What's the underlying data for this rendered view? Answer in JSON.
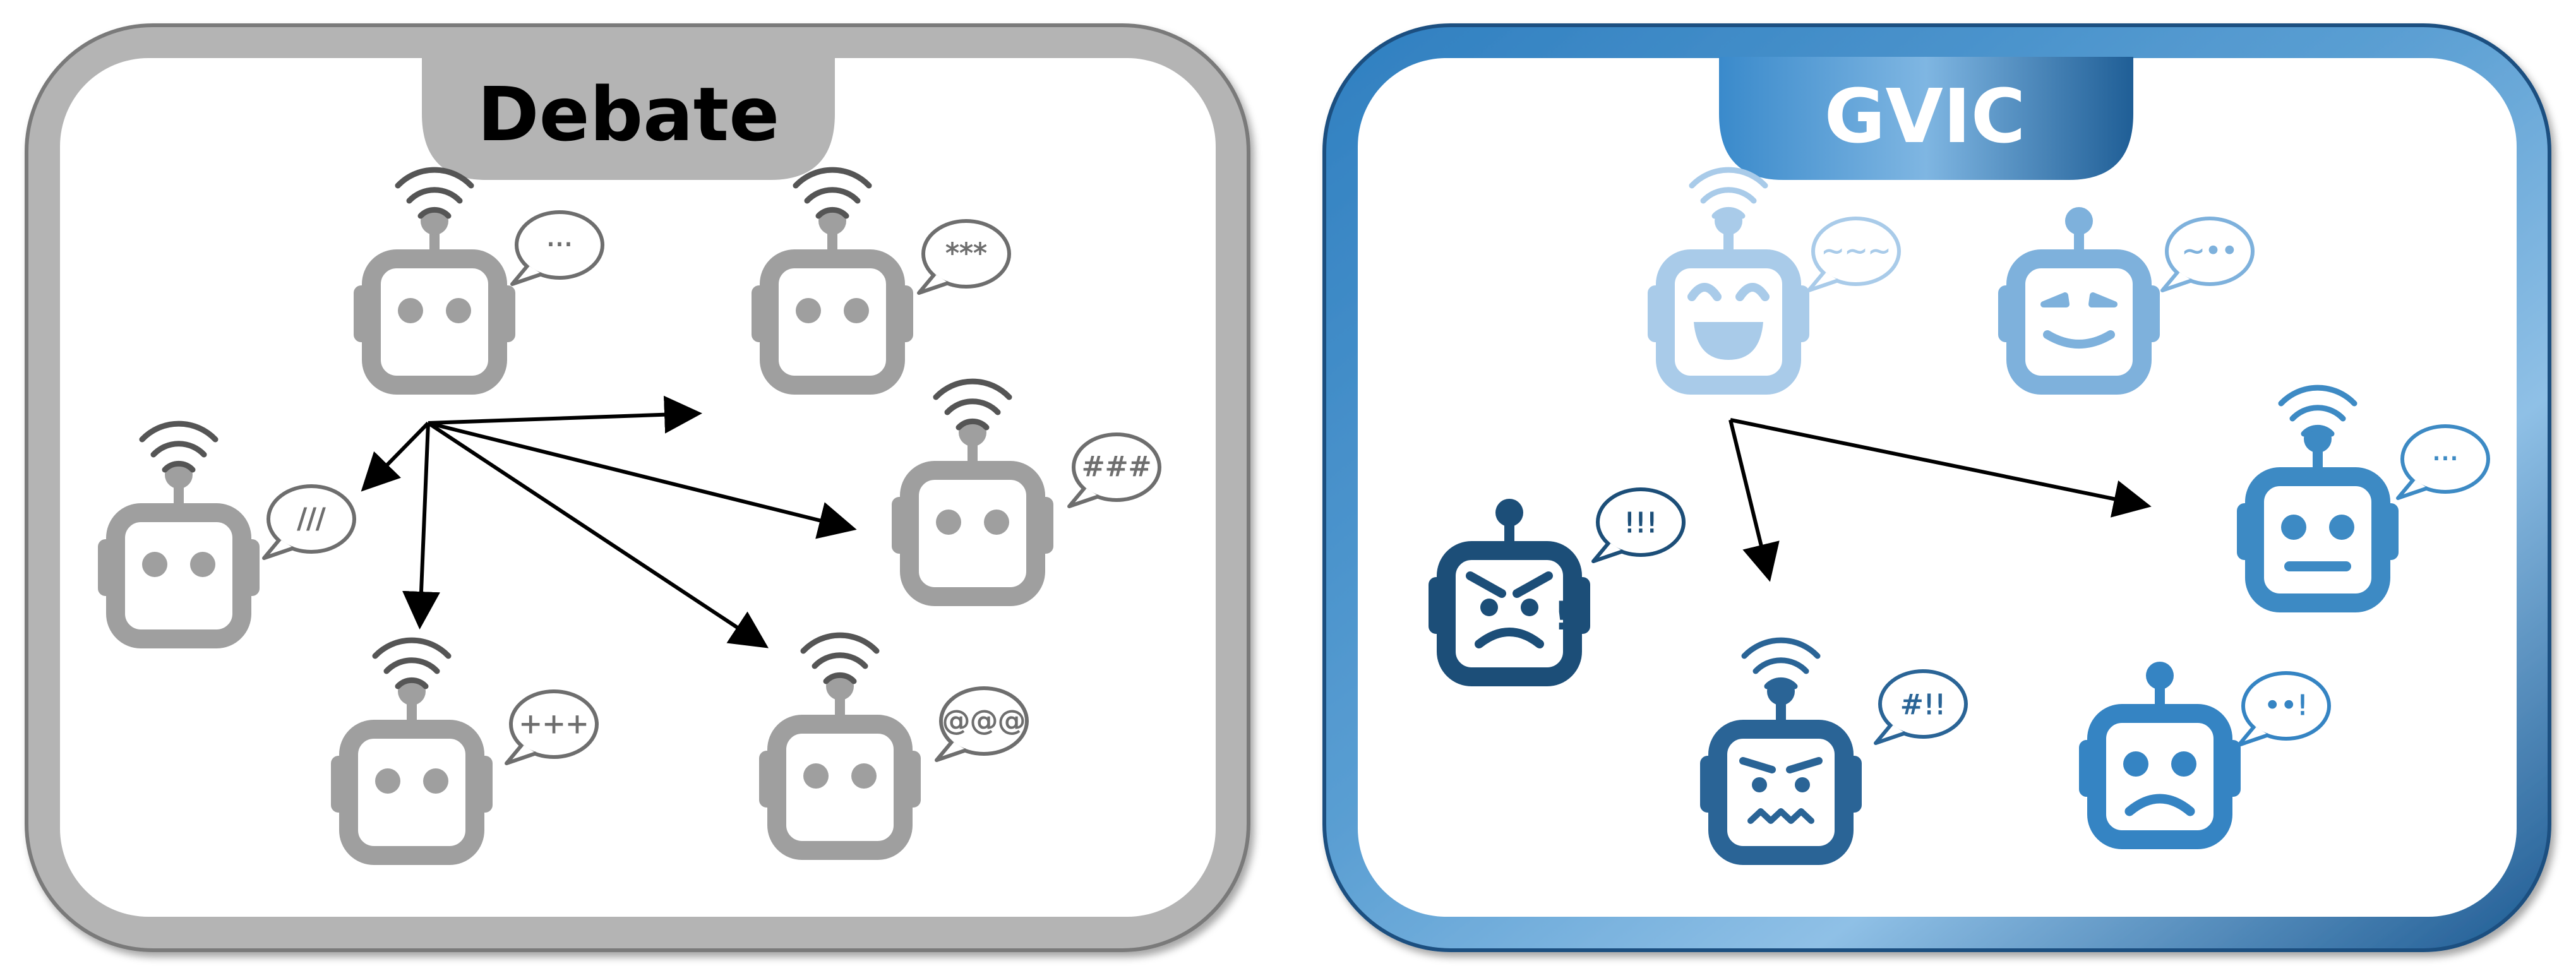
{
  "colors": {
    "debate_frame": "#b4b4b4",
    "debate_robot": "#9f9f9f",
    "debate_antenna": "#555555",
    "arrow": "#000000",
    "gvic_light": "#a9cbe9",
    "gvic_mid_light": "#7eb1dc",
    "gvic_mid": "#3d8ac4",
    "gvic_dark": "#2a6496",
    "gvic_darkest": "#1c4e78"
  },
  "panels": {
    "debate": {
      "title": "Debate",
      "robots": [
        {
          "bubble": "···",
          "face": "neutral"
        },
        {
          "bubble": "***",
          "face": "neutral"
        },
        {
          "bubble": "///",
          "face": "neutral"
        },
        {
          "bubble": "###",
          "face": "neutral"
        },
        {
          "bubble": "+++",
          "face": "neutral"
        },
        {
          "bubble": "@@@",
          "face": "neutral"
        }
      ]
    },
    "gvic": {
      "title": "GVIC",
      "robots": [
        {
          "bubble": "~~~",
          "face": "laughing"
        },
        {
          "bubble": "~••",
          "face": "content"
        },
        {
          "bubble": "!!!",
          "face": "angry"
        },
        {
          "bubble": "···",
          "face": "neutral"
        },
        {
          "bubble": "#!!",
          "face": "frustrated"
        },
        {
          "bubble": "••!",
          "face": "sad"
        }
      ]
    }
  }
}
